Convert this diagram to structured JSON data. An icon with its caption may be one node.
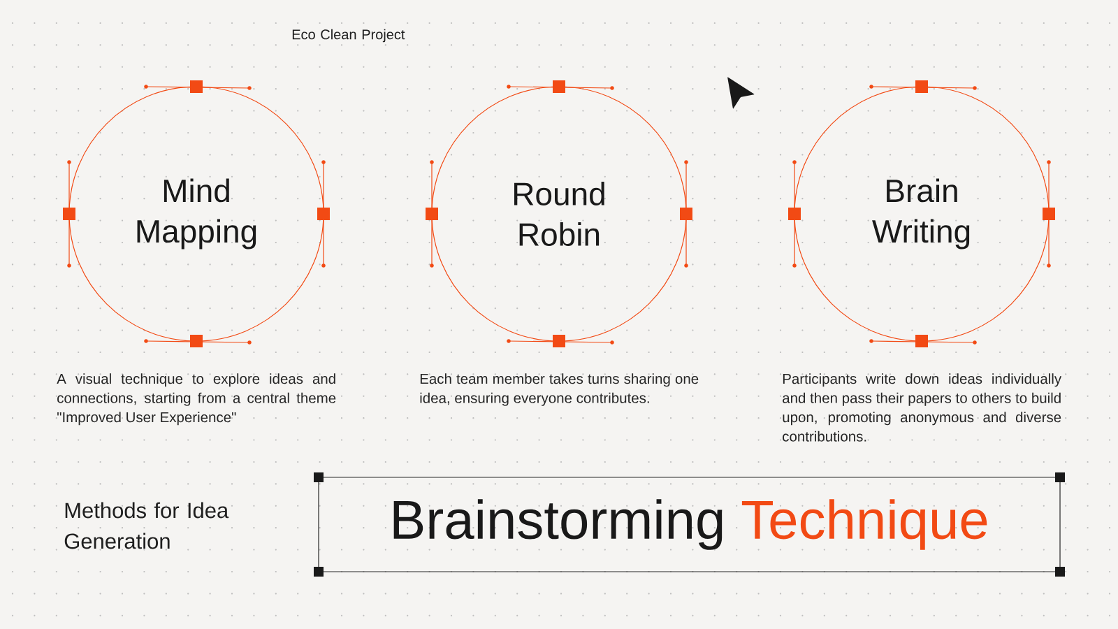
{
  "diagram": {
    "nodes": [
      {
        "text": [
          "Mind Mapping"
        ],
        "beside": [
          "A visual technique to explore ideas and connections, starting from a central theme \"Improved User Experience\""
        ]
      },
      {
        "text": [
          "Round Robin"
        ],
        "beside": [
          "Each team member takes turns sharing one idea, ensuring everyone contributes."
        ]
      },
      {
        "text": [
          "Brain Writing"
        ],
        "beside": [
          "Participants write down ideas individually and then pass their papers to others to build upon, promoting anonymous and diverse contributions."
        ]
      },
      {
        "text": [
          "Brainstorming",
          "Technique"
        ]
      }
    ],
    "labels": [
      "Eco Clean Project",
      "Methods for Idea Generation"
    ]
  }
}
